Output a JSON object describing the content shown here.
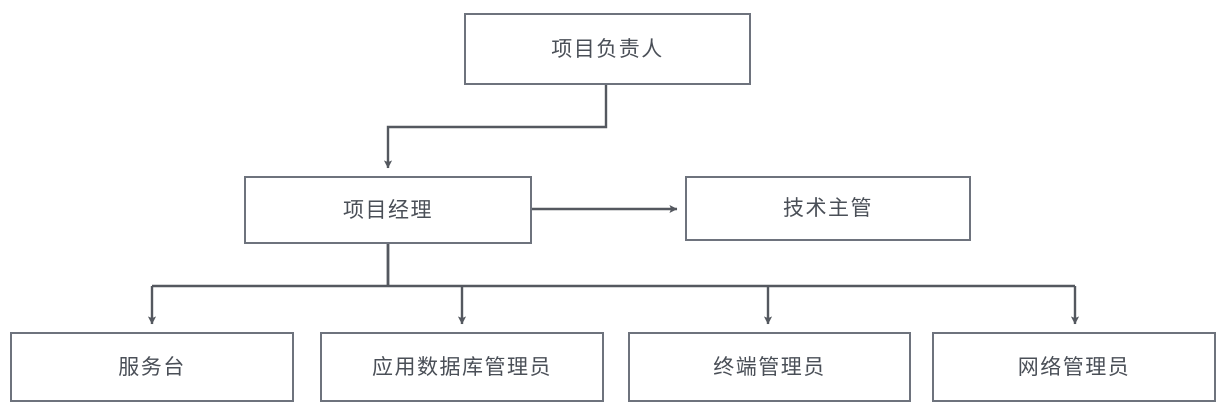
{
  "diagram": {
    "type": "org-chart",
    "orientation": "top-down",
    "background_color": "#ffffff",
    "node_border_color": "#6e737d",
    "node_fill_color": "#ffffff",
    "connector_color": "#54585f",
    "text_color": "#4a4f57",
    "levels": [
      {
        "level": 1,
        "nodes": [
          {
            "id": "project-owner",
            "label": "项目负责人"
          }
        ]
      },
      {
        "level": 2,
        "nodes": [
          {
            "id": "project-manager",
            "label": "项目经理"
          },
          {
            "id": "tech-supervisor",
            "label": "技术主管"
          }
        ]
      },
      {
        "level": 3,
        "nodes": [
          {
            "id": "service-desk",
            "label": "服务台"
          },
          {
            "id": "app-dba",
            "label": "应用数据库管理员"
          },
          {
            "id": "terminal-admin",
            "label": "终端管理员"
          },
          {
            "id": "network-admin",
            "label": "网络管理员"
          }
        ]
      }
    ],
    "edges": [
      {
        "from": "project-owner",
        "to": "project-manager",
        "style": "orthogonal-arrow"
      },
      {
        "from": "project-manager",
        "to": "tech-supervisor",
        "style": "horizontal-arrow"
      },
      {
        "from": "project-manager",
        "to": "service-desk",
        "style": "bus-arrow"
      },
      {
        "from": "project-manager",
        "to": "app-dba",
        "style": "bus-arrow"
      },
      {
        "from": "project-manager",
        "to": "terminal-admin",
        "style": "bus-arrow"
      },
      {
        "from": "project-manager",
        "to": "network-admin",
        "style": "bus-arrow"
      }
    ]
  }
}
